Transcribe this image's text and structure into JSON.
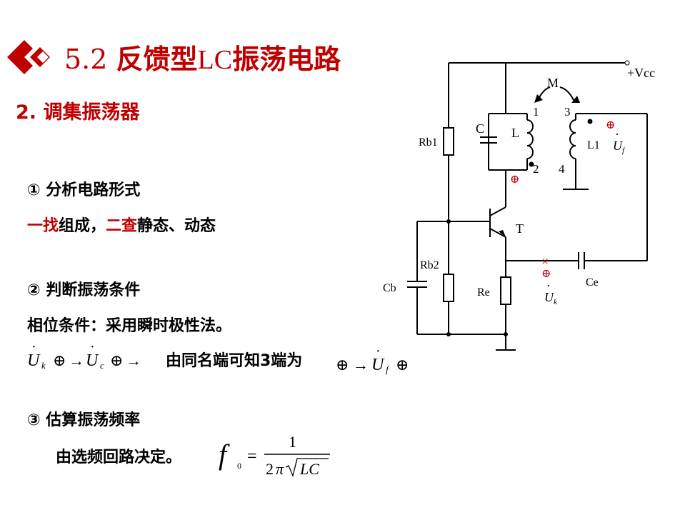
{
  "header": {
    "number": "5.2",
    "title_a": "反馈型",
    "title_b": "LC",
    "title_c": "振荡电路"
  },
  "subtitle": "2. 调集振荡器",
  "step1": {
    "heading": "① 分析电路形式",
    "line_a": "一找",
    "line_b": "组成，",
    "line_c": "二查",
    "line_d": "静态、动态"
  },
  "step2": {
    "heading": "② 判断振荡条件",
    "phase": "相位条件：采用瞬时极性法。",
    "chain_text": "由同名端可知3端为"
  },
  "step3": {
    "heading": "③ 估算振荡频率",
    "text": "由选频回路决定。"
  },
  "circuit": {
    "vcc": "+Vcc",
    "M": "M",
    "C": "C",
    "L": "L",
    "L1": "L1",
    "T": "T",
    "Rb1": "Rb1",
    "Rb2": "Rb2",
    "Cb": "Cb",
    "Re": "Re",
    "Ce": "Ce",
    "pin1": "1",
    "pin2": "2",
    "pin3": "3",
    "pin4": "4",
    "Uf": "U",
    "Uk": "U"
  },
  "colors": {
    "accent": "#c00000",
    "line": "#000000"
  }
}
